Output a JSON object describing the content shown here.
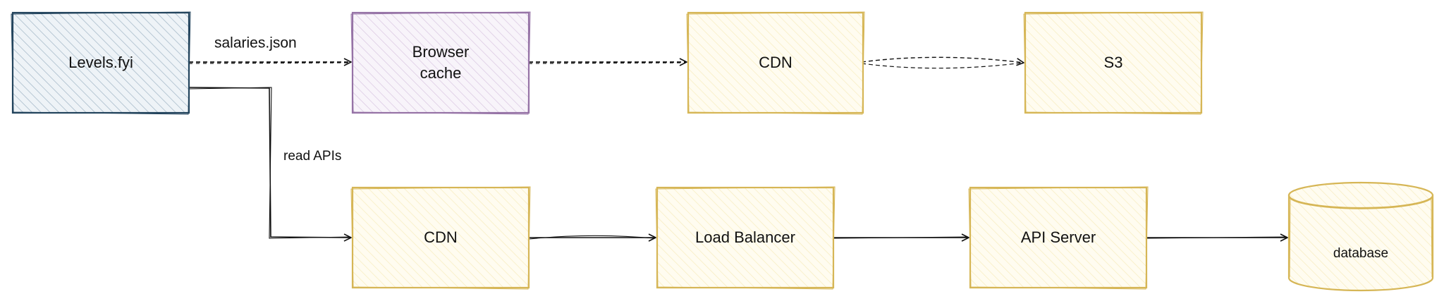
{
  "diagram": {
    "nodes": {
      "levels": {
        "label": "Levels.fyi",
        "fill": "#bac8d3",
        "stroke": "#23445d"
      },
      "browser_cache": {
        "line1": "Browser",
        "line2": "cache",
        "fill": "#e1d5e7",
        "stroke": "#9673a6"
      },
      "cdn_top": {
        "label": "CDN",
        "fill": "#fff2cc",
        "stroke": "#d6b656"
      },
      "s3": {
        "label": "S3",
        "fill": "#fff2cc",
        "stroke": "#d6b656"
      },
      "cdn_bottom": {
        "label": "CDN",
        "fill": "#fff2cc",
        "stroke": "#d6b656"
      },
      "load_balancer": {
        "label": "Load Balancer",
        "fill": "#fff2cc",
        "stroke": "#d6b656"
      },
      "api_server": {
        "label": "API Server",
        "fill": "#fff2cc",
        "stroke": "#d6b656"
      },
      "database": {
        "label": "database",
        "fill": "#fff2cc",
        "stroke": "#d6b656"
      }
    },
    "edges": {
      "salaries_json": {
        "label": "salaries.json",
        "style": "dashed"
      },
      "read_apis": {
        "label": "read APIs",
        "style": "solid"
      }
    }
  }
}
